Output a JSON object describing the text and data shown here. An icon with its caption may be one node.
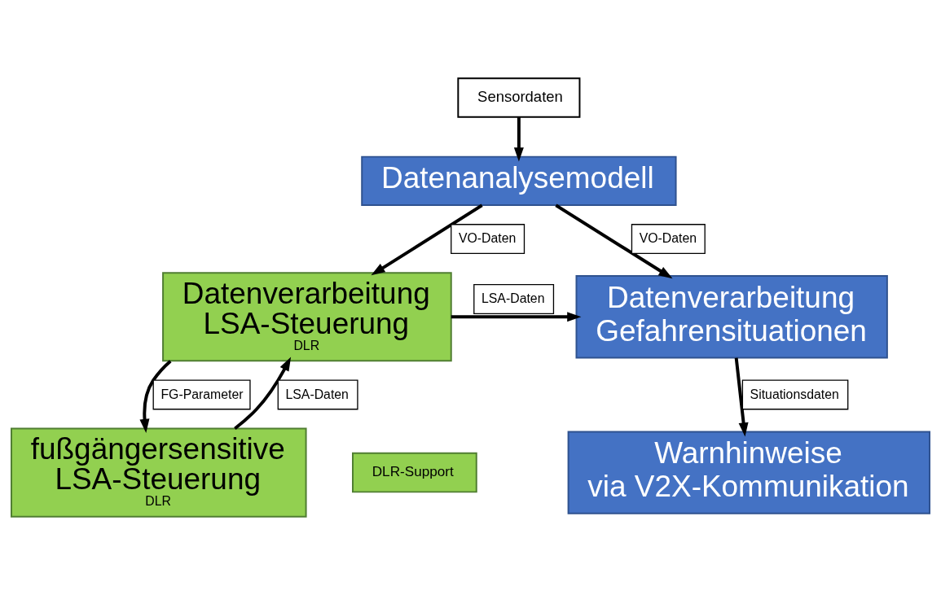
{
  "diagram": {
    "nodes": [
      {
        "text": [
          "Sensordaten"
        ]
      },
      {
        "text": [
          "Datenanalysemodell"
        ]
      },
      {
        "text": [
          "Datenverarbeitung LSA-Steuerung",
          "DLR"
        ]
      },
      {
        "text": [
          "Datenverarbeitung Gefahrensituationen"
        ]
      },
      {
        "text": [
          "fußgängersensitive LSA-Steuerung",
          "DLR"
        ]
      },
      {
        "text": [
          "DLR-Support"
        ]
      },
      {
        "text": [
          "Warnhinweise via V2X-Kommunikation"
        ]
      }
    ],
    "edges": [
      {
        "from": 0,
        "to": 1,
        "arrow": "to"
      },
      {
        "from": 1,
        "to": 2,
        "arrow": "to",
        "label": "VO-Daten"
      },
      {
        "from": 1,
        "to": 3,
        "arrow": "to",
        "label": "VO-Daten"
      },
      {
        "from": 2,
        "to": 3,
        "arrow": "to",
        "label": "LSA-Daten"
      },
      {
        "from": 2,
        "to": 4,
        "arrow": "to",
        "label": "FG-Parameter"
      },
      {
        "from": 4,
        "to": 2,
        "arrow": "to",
        "label": "LSA-Daten"
      },
      {
        "from": 3,
        "to": 6,
        "arrow": "to",
        "label": "Situationsdaten"
      }
    ]
  }
}
